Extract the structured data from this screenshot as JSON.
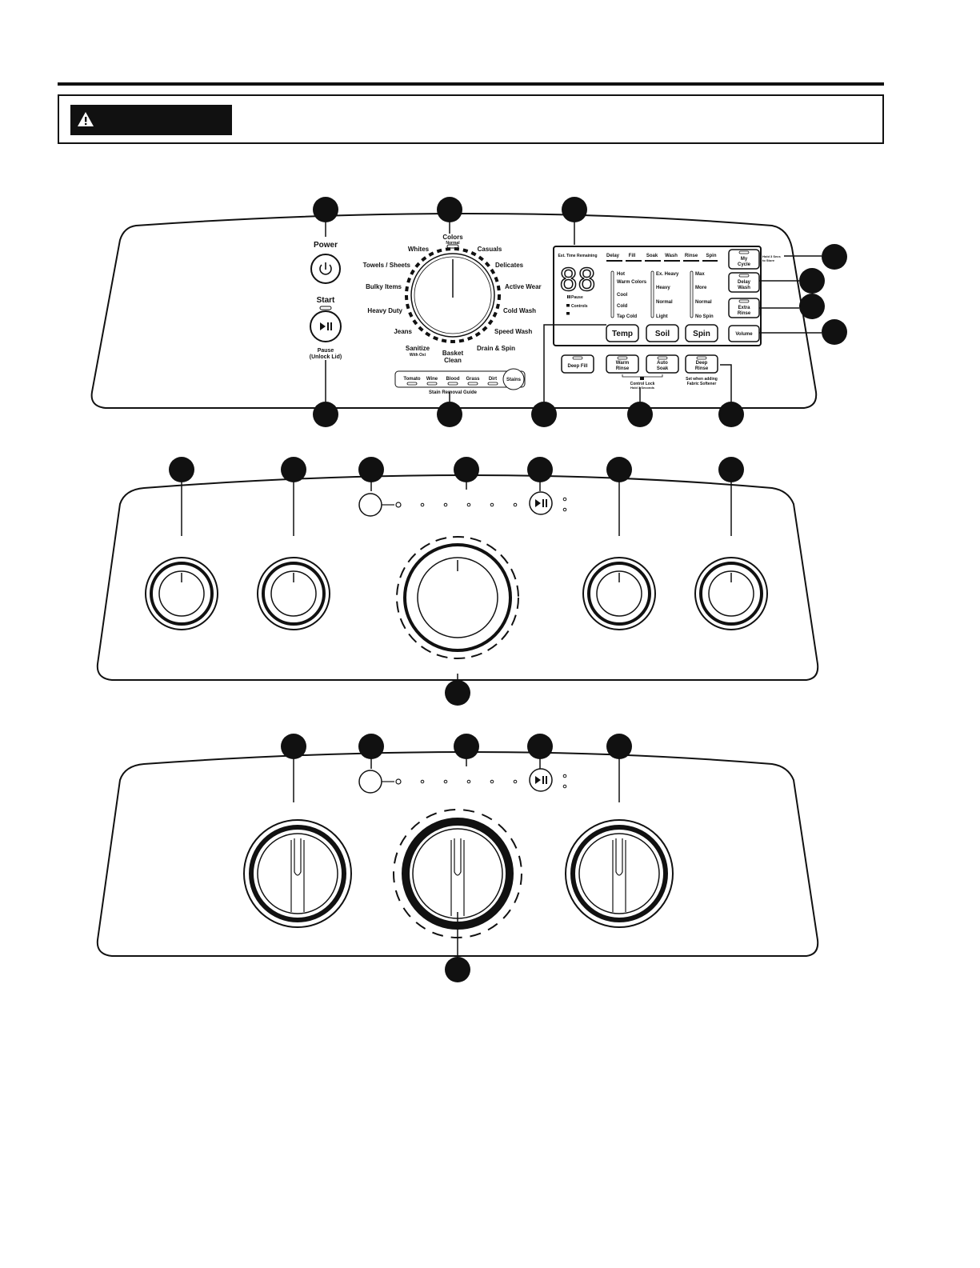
{
  "top_panel": {
    "power_label": "Power",
    "start_label": "Start",
    "pause_label": "Pause",
    "unlock_lid_label": "(Unlock Lid)",
    "dial_labels": {
      "colors": "Colors",
      "normal": "Normal",
      "whites": "Whites",
      "casuals": "Casuals",
      "towels_sheets": "Towels / Sheets",
      "delicates": "Delicates",
      "bulky_items": "Bulky Items",
      "active_wear": "Active Wear",
      "heavy_duty": "Heavy Duty",
      "cold_wash": "Cold Wash",
      "jeans": "Jeans",
      "speed_wash": "Speed Wash",
      "sanitize": "Sanitize",
      "with_oxi": "With Oxi",
      "basket": "Basket",
      "clean": "Clean",
      "drain_spin": "Drain & Spin"
    },
    "stain_items": [
      "Tomato",
      "Wine",
      "Blood",
      "Grass",
      "Dirt"
    ],
    "stains_button": "Stains",
    "stain_guide_label": "Stain Removal Guide",
    "display": {
      "est_time": "Est. Time Remaining",
      "digits": "88",
      "pause": "Pause",
      "controls": "Controls",
      "status": [
        "Delay",
        "Fill",
        "Soak",
        "Wash",
        "Rinse",
        "Spin"
      ],
      "temp_options": [
        "Hot",
        "Warm Colors",
        "Cool",
        "Cold",
        "Tap Cold"
      ],
      "soil_options": [
        "Ex. Heavy",
        "Heavy",
        "Normal",
        "Light"
      ],
      "spin_options": [
        "Max",
        "More",
        "Normal",
        "No Spin"
      ],
      "temp_button": "Temp",
      "soil_button": "Soil",
      "spin_button": "Spin"
    },
    "right_buttons": {
      "my": "My",
      "cycle": "Cycle",
      "hold_store_1": "Hold 3 Secs",
      "hold_store_2": "to Store",
      "delay": "Delay",
      "wash": "Wash",
      "extra": "Extra",
      "rinse": "Rinse",
      "volume": "Volume"
    },
    "bottom_buttons": {
      "deep_fill": "Deep Fill",
      "warm": "Warm",
      "warm_rinse": "Rinse",
      "auto": "Auto",
      "soak": "Soak",
      "deep": "Deep",
      "deep_rinse": "Rinse",
      "control_lock": "Control Lock",
      "hold_seconds": "Hold 3 Seconds",
      "softener_1": "Set when adding",
      "softener_2": "Fabric Softener"
    }
  },
  "colors": {
    "ink": "#111111",
    "paper": "#ffffff"
  }
}
